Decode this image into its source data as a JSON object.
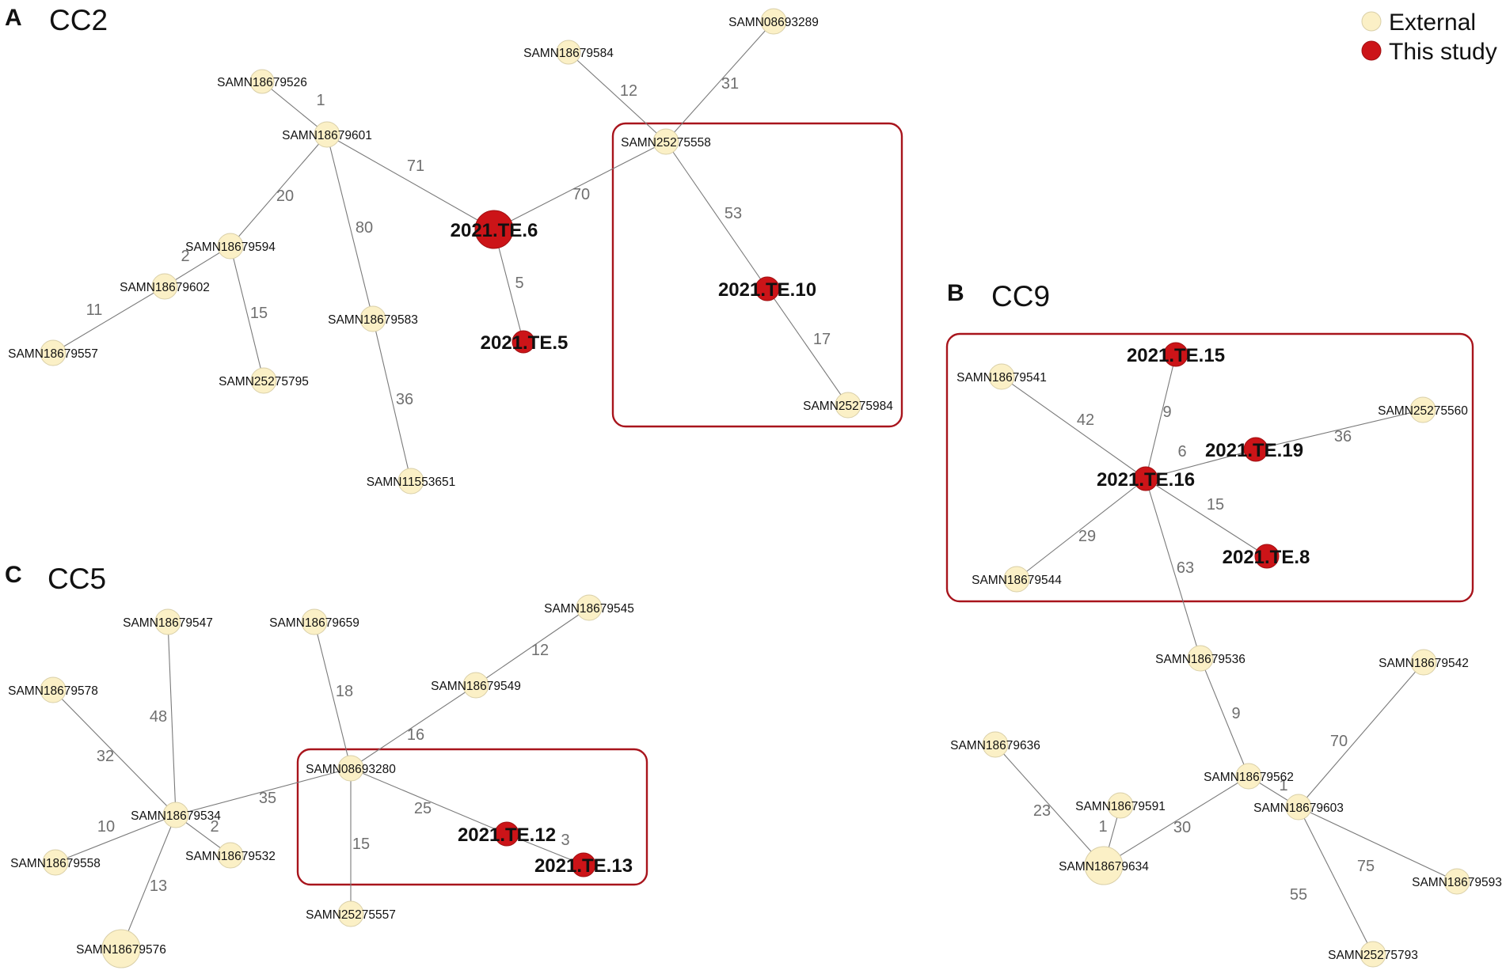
{
  "legend": {
    "items": [
      {
        "label": "External",
        "color": "#fbf0c6"
      },
      {
        "label": "This study",
        "color": "#cc1418"
      }
    ]
  },
  "colors": {
    "external": "#fbf0c6",
    "study": "#cc1418",
    "box": "#a8141c",
    "edge": "#7a7a7a"
  },
  "panels": [
    {
      "letter": "A",
      "title": "CC2",
      "nodes": [
        {
          "id": "SAMN18679526",
          "type": "external"
        },
        {
          "id": "SAMN18679601",
          "type": "external"
        },
        {
          "id": "SAMN18679594",
          "type": "external"
        },
        {
          "id": "SAMN18679602",
          "type": "external"
        },
        {
          "id": "SAMN18679557",
          "type": "external"
        },
        {
          "id": "SAMN25275795",
          "type": "external"
        },
        {
          "id": "SAMN18679583",
          "type": "external"
        },
        {
          "id": "SAMN11553651",
          "type": "external"
        },
        {
          "id": "2021.TE.6",
          "type": "study"
        },
        {
          "id": "2021.TE.5",
          "type": "study"
        },
        {
          "id": "SAMN18679584",
          "type": "external"
        },
        {
          "id": "SAMN08693289",
          "type": "external"
        },
        {
          "id": "SAMN25275558",
          "type": "external"
        },
        {
          "id": "2021.TE.10",
          "type": "study"
        },
        {
          "id": "SAMN25275984",
          "type": "external"
        }
      ],
      "edges": [
        {
          "source": "SAMN18679526",
          "target": "SAMN18679601",
          "weight": "1"
        },
        {
          "source": "SAMN18679601",
          "target": "2021.TE.6",
          "weight": "71"
        },
        {
          "source": "SAMN18679601",
          "target": "SAMN18679594",
          "weight": "20"
        },
        {
          "source": "SAMN18679601",
          "target": "SAMN18679583",
          "weight": "80"
        },
        {
          "source": "SAMN18679594",
          "target": "SAMN18679602",
          "weight": "2"
        },
        {
          "source": "SAMN18679594",
          "target": "SAMN25275795",
          "weight": "15"
        },
        {
          "source": "SAMN18679602",
          "target": "SAMN18679557",
          "weight": "11"
        },
        {
          "source": "SAMN18679583",
          "target": "SAMN11553651",
          "weight": "36"
        },
        {
          "source": "2021.TE.6",
          "target": "2021.TE.5",
          "weight": "5"
        },
        {
          "source": "2021.TE.6",
          "target": "SAMN25275558",
          "weight": "70"
        },
        {
          "source": "SAMN18679584",
          "target": "SAMN25275558",
          "weight": "12"
        },
        {
          "source": "SAMN08693289",
          "target": "SAMN25275558",
          "weight": "31"
        },
        {
          "source": "SAMN25275558",
          "target": "2021.TE.10",
          "weight": "53"
        },
        {
          "source": "2021.TE.10",
          "target": "SAMN25275984",
          "weight": "17"
        }
      ]
    },
    {
      "letter": "B",
      "title": "CC9",
      "nodes": [
        {
          "id": "2021.TE.15",
          "type": "study"
        },
        {
          "id": "SAMN18679541",
          "type": "external"
        },
        {
          "id": "SAMN25275560",
          "type": "external"
        },
        {
          "id": "2021.TE.19",
          "type": "study"
        },
        {
          "id": "2021.TE.16",
          "type": "study"
        },
        {
          "id": "2021.TE.8",
          "type": "study"
        },
        {
          "id": "SAMN18679544",
          "type": "external"
        },
        {
          "id": "SAMN18679536",
          "type": "external"
        },
        {
          "id": "SAMN18679542",
          "type": "external"
        },
        {
          "id": "SAMN18679636",
          "type": "external"
        },
        {
          "id": "SAMN18679562",
          "type": "external"
        },
        {
          "id": "SAMN18679591",
          "type": "external"
        },
        {
          "id": "SAMN18679603",
          "type": "external"
        },
        {
          "id": "SAMN18679634",
          "type": "external"
        },
        {
          "id": "SAMN18679593",
          "type": "external"
        },
        {
          "id": "SAMN25275793",
          "type": "external"
        }
      ],
      "edges": [
        {
          "source": "2021.TE.16",
          "target": "SAMN18679541",
          "weight": "42"
        },
        {
          "source": "2021.TE.16",
          "target": "2021.TE.15",
          "weight": "9"
        },
        {
          "source": "2021.TE.16",
          "target": "2021.TE.19",
          "weight": "6"
        },
        {
          "source": "2021.TE.19",
          "target": "SAMN25275560",
          "weight": "36"
        },
        {
          "source": "2021.TE.16",
          "target": "2021.TE.8",
          "weight": "15"
        },
        {
          "source": "2021.TE.16",
          "target": "SAMN18679544",
          "weight": "29"
        },
        {
          "source": "2021.TE.16",
          "target": "SAMN18679536",
          "weight": "63"
        },
        {
          "source": "SAMN18679536",
          "target": "SAMN18679562",
          "weight": "9"
        },
        {
          "source": "SAMN18679562",
          "target": "SAMN18679603",
          "weight": "1"
        },
        {
          "source": "SAMN18679562",
          "target": "SAMN18679634",
          "weight": "30"
        },
        {
          "source": "SAMN18679634",
          "target": "SAMN18679636",
          "weight": "23"
        },
        {
          "source": "SAMN18679634",
          "target": "SAMN18679591",
          "weight": "1"
        },
        {
          "source": "SAMN18679603",
          "target": "SAMN18679542",
          "weight": "70"
        },
        {
          "source": "SAMN18679603",
          "target": "SAMN18679593",
          "weight": "75"
        },
        {
          "source": "SAMN18679603",
          "target": "SAMN25275793",
          "weight": "55"
        }
      ]
    },
    {
      "letter": "C",
      "title": "CC5",
      "nodes": [
        {
          "id": "SAMN18679547",
          "type": "external"
        },
        {
          "id": "SAMN18679659",
          "type": "external"
        },
        {
          "id": "SAMN18679545",
          "type": "external"
        },
        {
          "id": "SAMN18679578",
          "type": "external"
        },
        {
          "id": "SAMN18679549",
          "type": "external"
        },
        {
          "id": "SAMN08693280",
          "type": "external"
        },
        {
          "id": "SAMN18679534",
          "type": "external"
        },
        {
          "id": "SAMN18679532",
          "type": "external"
        },
        {
          "id": "SAMN18679558",
          "type": "external"
        },
        {
          "id": "2021.TE.12",
          "type": "study"
        },
        {
          "id": "2021.TE.13",
          "type": "study"
        },
        {
          "id": "SAMN25275557",
          "type": "external"
        },
        {
          "id": "SAMN18679576",
          "type": "external"
        }
      ],
      "edges": [
        {
          "source": "SAMN18679534",
          "target": "SAMN18679578",
          "weight": "32"
        },
        {
          "source": "SAMN18679534",
          "target": "SAMN18679547",
          "weight": "48"
        },
        {
          "source": "SAMN18679534",
          "target": "SAMN18679558",
          "weight": "10"
        },
        {
          "source": "SAMN18679534",
          "target": "SAMN18679532",
          "weight": "2"
        },
        {
          "source": "SAMN18679534",
          "target": "SAMN18679576",
          "weight": "13"
        },
        {
          "source": "SAMN18679534",
          "target": "SAMN08693280",
          "weight": "35"
        },
        {
          "source": "SAMN08693280",
          "target": "SAMN18679659",
          "weight": "18"
        },
        {
          "source": "SAMN08693280",
          "target": "SAMN18679549",
          "weight": "16"
        },
        {
          "source": "SAMN18679549",
          "target": "SAMN18679545",
          "weight": "12"
        },
        {
          "source": "SAMN08693280",
          "target": "2021.TE.12",
          "weight": "25"
        },
        {
          "source": "2021.TE.12",
          "target": "2021.TE.13",
          "weight": "3"
        },
        {
          "source": "SAMN08693280",
          "target": "SAMN25275557",
          "weight": "15"
        }
      ]
    }
  ]
}
